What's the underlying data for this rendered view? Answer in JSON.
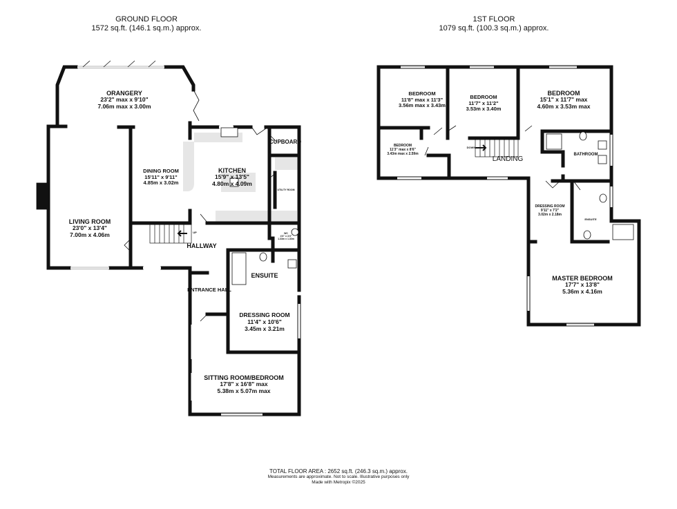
{
  "ground_floor": {
    "title": "GROUND FLOOR",
    "area": "1572 sq.ft. (146.1 sq.m.) approx.",
    "rooms": [
      {
        "name": "ORANGERY",
        "imperial": "23'2\" max x 9'10\"",
        "metric": "7.06m max x 3.00m"
      },
      {
        "name": "DINING ROOM",
        "imperial": "15'11\" x 9'11\"",
        "metric": "4.85m x 3.02m"
      },
      {
        "name": "KITCHEN",
        "imperial": "15'9\" x 13'5\"",
        "metric": "4.80m x 4.09m"
      },
      {
        "name": "CUPBOARD"
      },
      {
        "name": "UTILITY ROOM"
      },
      {
        "name": "LIVING ROOM",
        "imperial": "23'0\" x 13'4\"",
        "metric": "7.00m x 4.06m"
      },
      {
        "name": "HALLWAY"
      },
      {
        "name": "WC",
        "imperial": "4'4\" x 4'4\"",
        "metric": "1.33m x 1.33m"
      },
      {
        "name": "ENSUITE"
      },
      {
        "name": "ENTRANCE HALL"
      },
      {
        "name": "DRESSING ROOM",
        "imperial": "11'4\" x 10'6\"",
        "metric": "3.45m x 3.21m"
      },
      {
        "name": "SITTING ROOM/BEDROOM",
        "imperial": "17'8\" x 16'8\" max",
        "metric": "5.38m x 5.07m max"
      }
    ],
    "stairs_label": "UP"
  },
  "first_floor": {
    "title": "1ST FLOOR",
    "area": "1079 sq.ft. (100.3 sq.m.) approx.",
    "rooms": [
      {
        "name": "BEDROOM",
        "imperial": "11'8\" max x 11'3\"",
        "metric": "3.56m max x 3.43m"
      },
      {
        "name": "BEDROOM",
        "imperial": "11'7\" x 11'2\"",
        "metric": "3.53m x 3.40m"
      },
      {
        "name": "BEDROOM",
        "imperial": "15'1\" x 11'7\" max",
        "metric": "4.60m x 3.53m max"
      },
      {
        "name": "BEDROOM",
        "imperial": "11'3\" max x 8'6\"",
        "metric": "3.43m max x 2.59m"
      },
      {
        "name": "LANDING"
      },
      {
        "name": "BATHROOM"
      },
      {
        "name": "DRESSING ROOM",
        "imperial": "9'11\" x 7'2\"",
        "metric": "3.02m x 2.18m"
      },
      {
        "name": "ENSUITE"
      },
      {
        "name": "MASTER BEDROOM",
        "imperial": "17'7\" x 13'8\"",
        "metric": "5.36m x 4.16m"
      }
    ],
    "stairs_label": "DOWN"
  },
  "footer": {
    "total": "TOTAL FLOOR AREA : 2652 sq.ft. (246.3 sq.m.) approx.",
    "disclaimer": "Measurements are approximate.  Not to scale.  Illustrative purposes only",
    "credit": "Made with Metropix ©2025"
  },
  "colors": {
    "wall": "#111111",
    "fixture_fill": "#e6e6e6",
    "window": "#cccccc"
  }
}
